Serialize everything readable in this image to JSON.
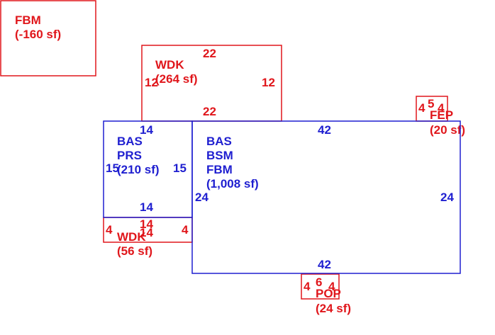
{
  "colors": {
    "red": "#e0161b",
    "blue": "#1f1fd0"
  },
  "areas": {
    "fbm_neg": {
      "lines": [
        "FBM",
        "(-160 sf)"
      ]
    },
    "wdk_top": {
      "lines": [
        "WDK",
        "(264 sf)"
      ],
      "dims": {
        "top": "22",
        "bottom": "22",
        "left": "12",
        "right": "12"
      }
    },
    "bas_prs": {
      "lines": [
        "BAS",
        "PRS",
        "(210 sf)"
      ],
      "dims": {
        "top": "14",
        "bottom": "14",
        "left": "15",
        "right": "15"
      }
    },
    "bas_main": {
      "lines": [
        "BAS",
        "BSM",
        "FBM",
        "(1,008 sf)"
      ],
      "dims": {
        "top": "42",
        "bottom": "42",
        "left": "24",
        "right": "24"
      }
    },
    "wdk_small": {
      "lines": [
        "WDK",
        "(56 sf)"
      ],
      "dims": {
        "top": "14",
        "bottom": "14",
        "left": "4",
        "right": "4"
      }
    },
    "fep": {
      "lines": [
        "FEP",
        "(20 sf)"
      ],
      "dims": {
        "top": "5",
        "left": "4",
        "right": "4"
      }
    },
    "pop": {
      "lines": [
        "POP",
        "(24 sf)"
      ],
      "dims": {
        "top": "6",
        "left": "4",
        "right": "4"
      }
    }
  }
}
